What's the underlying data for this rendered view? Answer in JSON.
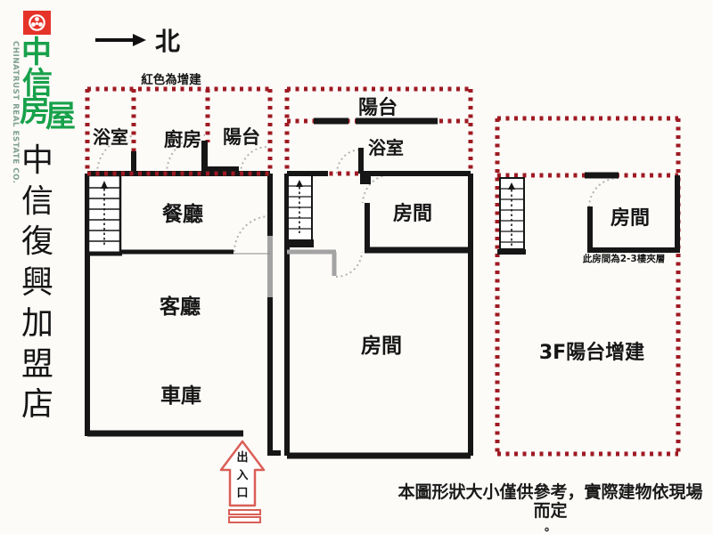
{
  "brand": {
    "logo_chars": [
      "中",
      "信",
      "房",
      "屋"
    ],
    "company_en": "CHINATRUST REAL ESTATE CO.",
    "logo_red": "#e63329",
    "logo_green": "#18a14b"
  },
  "store": {
    "name": "中信復興加盟店",
    "chars": [
      "中",
      "信",
      "復",
      "興",
      "加",
      "盟",
      "店"
    ]
  },
  "compass": {
    "north_label": "北"
  },
  "legend": {
    "addition_note": "紅色為增建",
    "addition_color": "#9f1a22"
  },
  "floor1": {
    "bathroom": "浴室",
    "kitchen": "廚房",
    "balcony": "陽台",
    "dining": "餐廳",
    "living": "客廳",
    "garage": "車庫",
    "exit_label": "出入口",
    "exit_chars": [
      "出",
      "入",
      "口"
    ]
  },
  "floor2": {
    "balcony": "陽台",
    "bathroom": "浴室",
    "room_upper": "房間",
    "room_main": "房間"
  },
  "floor3": {
    "room": "房間",
    "mezzanine_note": "此房間為2-3樓夾層",
    "balcony_addition": "3F陽台增建"
  },
  "disclaimer": {
    "line1": "本圖形狀大小僅供參考，實際建物依現場而定",
    "line2": "。"
  }
}
